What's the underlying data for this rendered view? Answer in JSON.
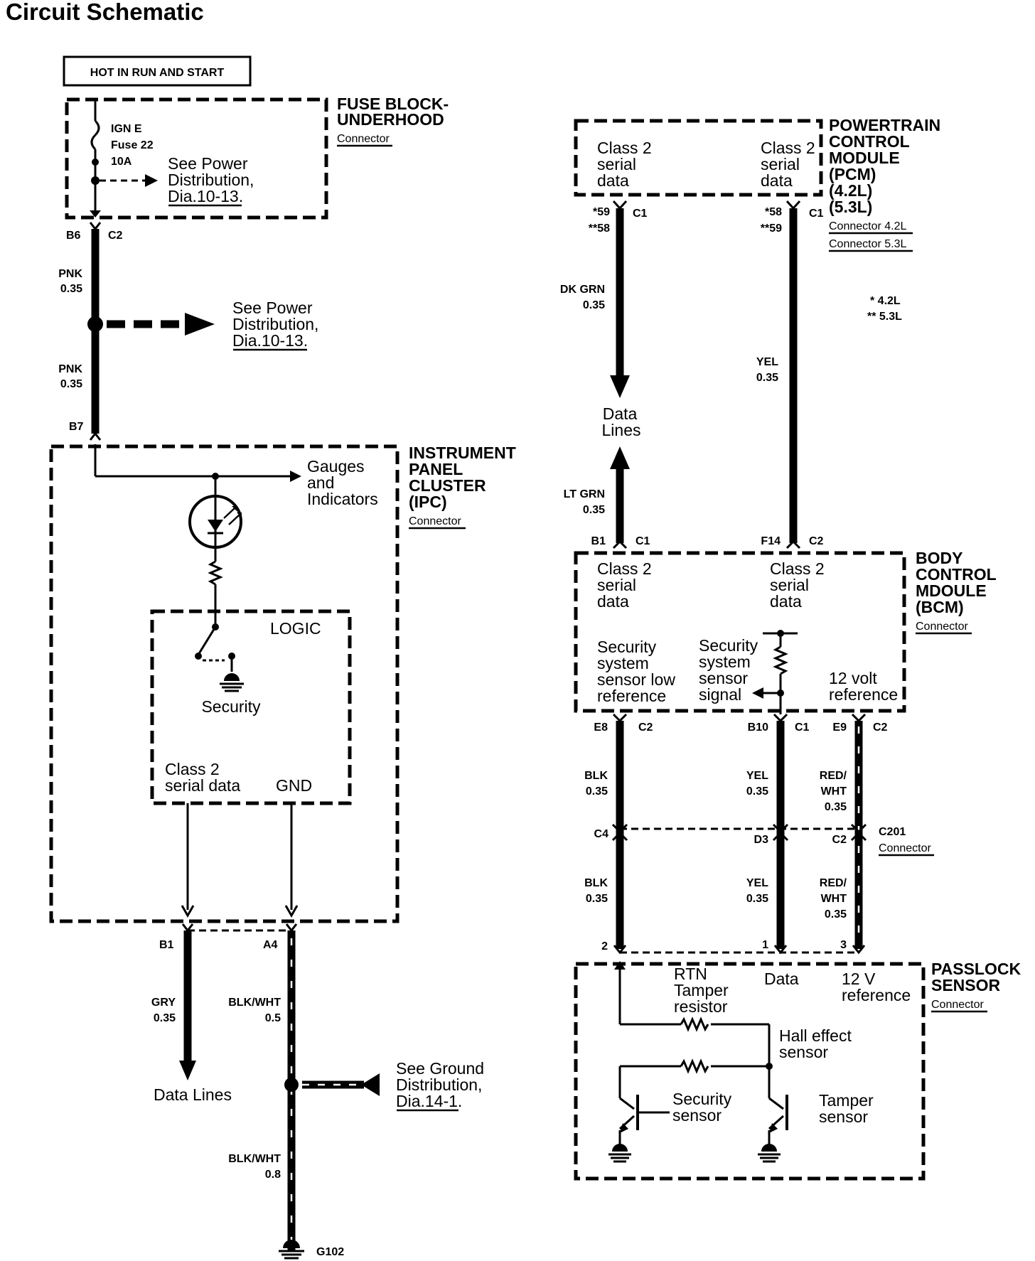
{
  "title": "Circuit Schematic",
  "hot": "HOT IN RUN AND START",
  "fuse_block": {
    "name": [
      "FUSE BLOCK-",
      "UNDERHOOD"
    ],
    "connector": "Connector",
    "ign": "IGN E",
    "fuse": "Fuse 22",
    "amp": "10A",
    "see": [
      "See Power",
      "Distribution,",
      "Dia.10-13."
    ]
  },
  "wire_top": {
    "b6": "B6",
    "c2": "C2",
    "color1": "PNK",
    "gauge1": "0.35",
    "see": [
      "See Power",
      "Distribution,",
      "Dia.10-13."
    ],
    "color2": "PNK",
    "gauge2": "0.35",
    "b7": "B7"
  },
  "ipc": {
    "name": [
      "INSTRUMENT",
      "PANEL",
      "CLUSTER",
      "(IPC)"
    ],
    "connector": "Connector",
    "gauges": [
      "Gauges",
      "and",
      "Indicators"
    ],
    "logic": "LOGIC",
    "security": "Security",
    "class2": [
      "Class 2",
      "serial data"
    ],
    "gnd": "GND"
  },
  "ipc_out": {
    "b1": "B1",
    "a4": "A4",
    "gry": "GRY",
    "gry_g": "0.35",
    "bw1": "BLK/WHT",
    "bw1_g": "0.5",
    "data_lines": "Data Lines",
    "see_ground": [
      "See Ground",
      "Distribution,",
      "Dia.14-1."
    ],
    "bw2": "BLK/WHT",
    "bw2_g": "0.8",
    "g102": "G102"
  },
  "pcm": {
    "name": [
      "POWERTRAIN",
      "CONTROL",
      "MODULE",
      "(PCM)",
      "(4.2L)",
      "(5.3L)"
    ],
    "conn1": "Connector 4.2L",
    "conn2": "Connector 5.3L",
    "class2_left": [
      "Class 2",
      "serial",
      "data"
    ],
    "class2_right": [
      "Class 2",
      "serial",
      "data"
    ],
    "pin_l1": "*59",
    "pin_l2": "**58",
    "c1_left": "C1",
    "pin_r1": "*58",
    "pin_r2": "**59",
    "c1_right": "C1",
    "note1": "* 4.2L",
    "note2": "** 5.3L"
  },
  "bus": {
    "dkgrn": "DK GRN",
    "dkgrn_g": "0.35",
    "data_lines": [
      "Data",
      "Lines"
    ],
    "ltgrn": "LT GRN",
    "ltgrn_g": "0.35",
    "yel": "YEL",
    "yel_g": "0.35"
  },
  "bcm": {
    "name": [
      "BODY",
      "CONTROL",
      "MDOULE",
      "(BCM)"
    ],
    "connector": "Connector",
    "b1": "B1",
    "c1": "C1",
    "f14": "F14",
    "c2": "C2",
    "class2_left": [
      "Class 2",
      "serial",
      "data"
    ],
    "class2_right": [
      "Class 2",
      "serial",
      "data"
    ],
    "low_ref": [
      "Security",
      "system",
      "sensor low",
      "reference"
    ],
    "sig": [
      "Security",
      "system",
      "sensor",
      "signal"
    ],
    "v12": [
      "12 volt",
      "reference"
    ],
    "e8": "E8",
    "e8c": "C2",
    "b10": "B10",
    "b10c": "C1",
    "e9": "E9",
    "e9c": "C2"
  },
  "bcm_wires": {
    "blk": "BLK",
    "blk_g": "0.35",
    "yel": "YEL",
    "yel_g": "0.35",
    "rw": [
      "RED/",
      "WHT",
      "0.35"
    ],
    "c4": "C4",
    "d3": "D3",
    "c2": "C2",
    "c201": "C201",
    "c201_conn": "Connector",
    "blk2": "BLK",
    "blk2_g": "0.35",
    "yel2": "YEL",
    "yel2_g": "0.35",
    "rw2": [
      "RED/",
      "WHT",
      "0.35"
    ],
    "p2": "2",
    "p1": "1",
    "p3": "3"
  },
  "passlock": {
    "name": [
      "PASSLOCK",
      "SENSOR"
    ],
    "connector": "Connector",
    "rtn": "RTN",
    "data": "Data",
    "v12": [
      "12 V",
      "reference"
    ],
    "tamper_res": [
      "Tamper",
      "resistor"
    ],
    "hall": [
      "Hall effect",
      "sensor"
    ],
    "sec_sensor": [
      "Security",
      "sensor"
    ],
    "tamper_sensor": [
      "Tamper",
      "sensor"
    ]
  }
}
